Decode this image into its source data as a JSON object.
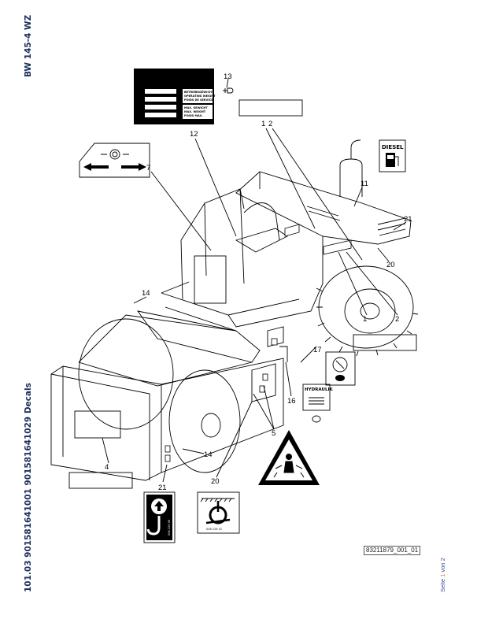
{
  "header": {
    "model": "BW 145-4 WZ"
  },
  "footer": {
    "doc_title": "101.03 901581641001 901581641029 Decals",
    "drawing_ref": "83211879_001_01",
    "page": {
      "prefix": "Seite",
      "current": "1",
      "sep": "von",
      "total": "2"
    }
  },
  "decals": {
    "weight_plate": {
      "operating": [
        "BETRIEBSGEWICHT",
        "OPERATING WEIGHT",
        "POIDS DE SERVICE"
      ],
      "max": [
        "MAX. GEWICHT",
        "MAX. WEIGHT",
        "POIDS MAX."
      ]
    },
    "diesel": "DIESEL",
    "hydraulik": "HYDRAULIK",
    "lift_code": "008 226 06",
    "tie_code": "008 226 01"
  },
  "callouts": {
    "c13": "13",
    "c12": "12",
    "c1a": "1",
    "c2a": "2",
    "c7": "7",
    "c11": "11",
    "c21a": "21",
    "c20a": "20",
    "c14a": "14",
    "c1b": "1",
    "c2b": "2",
    "c17": "17",
    "c16": "16",
    "c5": "5",
    "c4": "4",
    "c14b": "14",
    "c21b": "21",
    "c20b": "20"
  }
}
